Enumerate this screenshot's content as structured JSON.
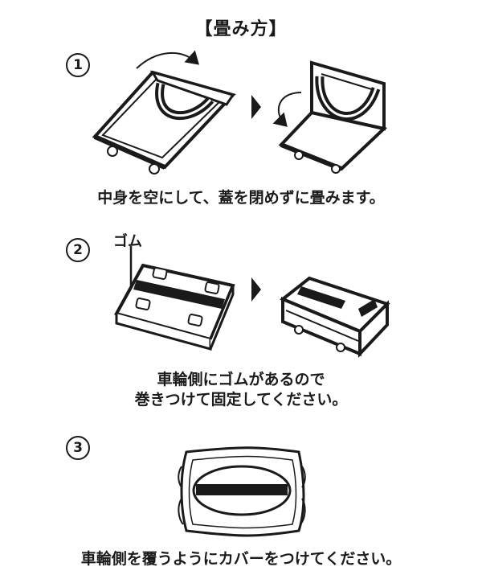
{
  "title": "【畳み方】",
  "steps": [
    {
      "number": "1",
      "caption": "中身を空にして、蓋を閉めずに畳みます。"
    },
    {
      "number": "2",
      "label": "ゴム",
      "caption_line1": "車輪側にゴムがあるので",
      "caption_line2": "巻きつけて固定してください。"
    },
    {
      "number": "3",
      "caption": "車輪側を覆うようにカバーをつけてください。"
    }
  ],
  "colors": {
    "ink": "#1a1a1a",
    "background": "#ffffff"
  }
}
